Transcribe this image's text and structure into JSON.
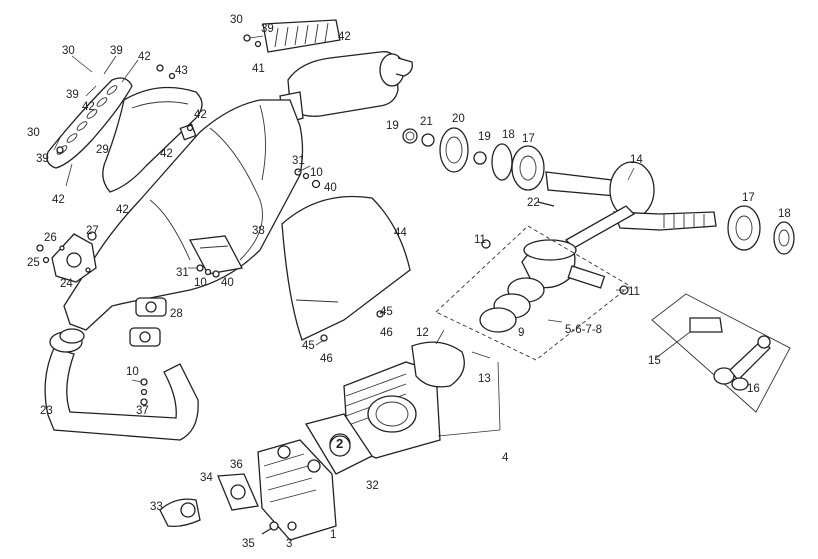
{
  "callouts": {
    "c30a": "30",
    "c39a": "39",
    "c42a": "42",
    "c41": "41",
    "c30b": "30",
    "c39b": "39",
    "c42b": "42",
    "c43": "43",
    "c39c": "39",
    "c42c": "42",
    "c42d": "42",
    "c42e": "42",
    "c30c": "30",
    "c39d": "39",
    "c29": "29",
    "c42f": "42",
    "c42g": "42",
    "c26": "26",
    "c27": "27",
    "c25": "25",
    "c24": "24",
    "c31a": "31",
    "c10a": "10",
    "c40a": "40",
    "c38": "38",
    "c31b": "31",
    "c10b": "10",
    "c40b": "40",
    "c28": "28",
    "c23": "23",
    "c10c": "10",
    "c37": "37",
    "c44": "44",
    "c45a": "45",
    "c46a": "46",
    "c45b": "45",
    "c46b": "46",
    "c19a": "19",
    "c21": "21",
    "c20": "20",
    "c19b": "19",
    "c18a": "18",
    "c17a": "17",
    "c22": "22",
    "c14": "14",
    "c17b": "17",
    "c18b": "18",
    "c11a": "11",
    "c11b": "11",
    "c5678": "5-6-7-8",
    "c9": "9",
    "c12": "12",
    "c13": "13",
    "c2": "2",
    "c4": "4",
    "c15": "15",
    "c16": "16",
    "c34": "34",
    "c36": "36",
    "c32": "32",
    "c33": "33",
    "c35": "35",
    "c3": "3",
    "c1": "1"
  }
}
